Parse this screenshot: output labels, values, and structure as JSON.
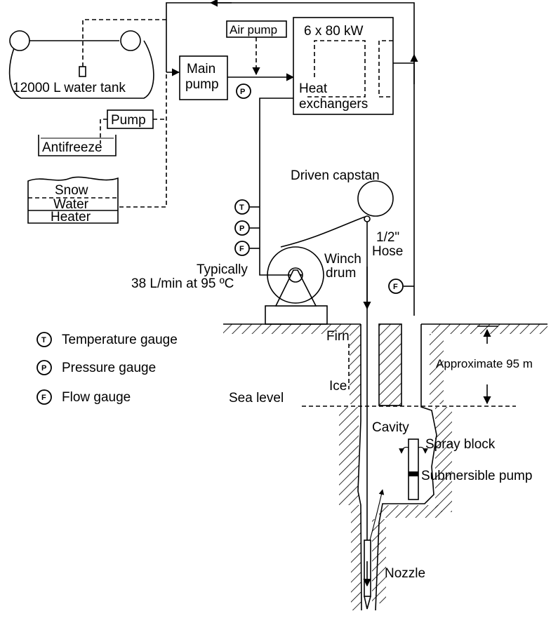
{
  "labels": {
    "water_tank": "12000 L water tank",
    "air_pump": "Air pump",
    "heat_exchanger_power": "6 x 80 kW",
    "main_pump_line1": "Main",
    "main_pump_line2": "pump",
    "heat_exchangers_line1": "Heat",
    "heat_exchangers_line2": "exchangers",
    "pump": "Pump",
    "antifreeze": "Antifreeze",
    "snow": "Snow",
    "water": "Water",
    "heater": "Heater",
    "driven_capstan": "Driven capstan",
    "hose_line1": "1/2\"",
    "hose_line2": "Hose",
    "winch_line1": "Winch",
    "winch_line2": "drum",
    "typically_line1": "Typically",
    "typically_line2": "38 L/min at 95 ºC",
    "firn": "Firn",
    "ice": "Ice",
    "sea_level": "Sea level",
    "approximate": "Approximate 95 m",
    "cavity": "Cavity",
    "spray_block": "Spray block",
    "submersible_pump": "Submersible pump",
    "nozzle": "Nozzle"
  },
  "gauges": {
    "T": "T",
    "P": "P",
    "F": "F"
  },
  "legend": [
    {
      "symbol": "T",
      "text": "Temperature gauge"
    },
    {
      "symbol": "P",
      "text": "Pressure gauge"
    },
    {
      "symbol": "F",
      "text": "Flow gauge"
    }
  ]
}
